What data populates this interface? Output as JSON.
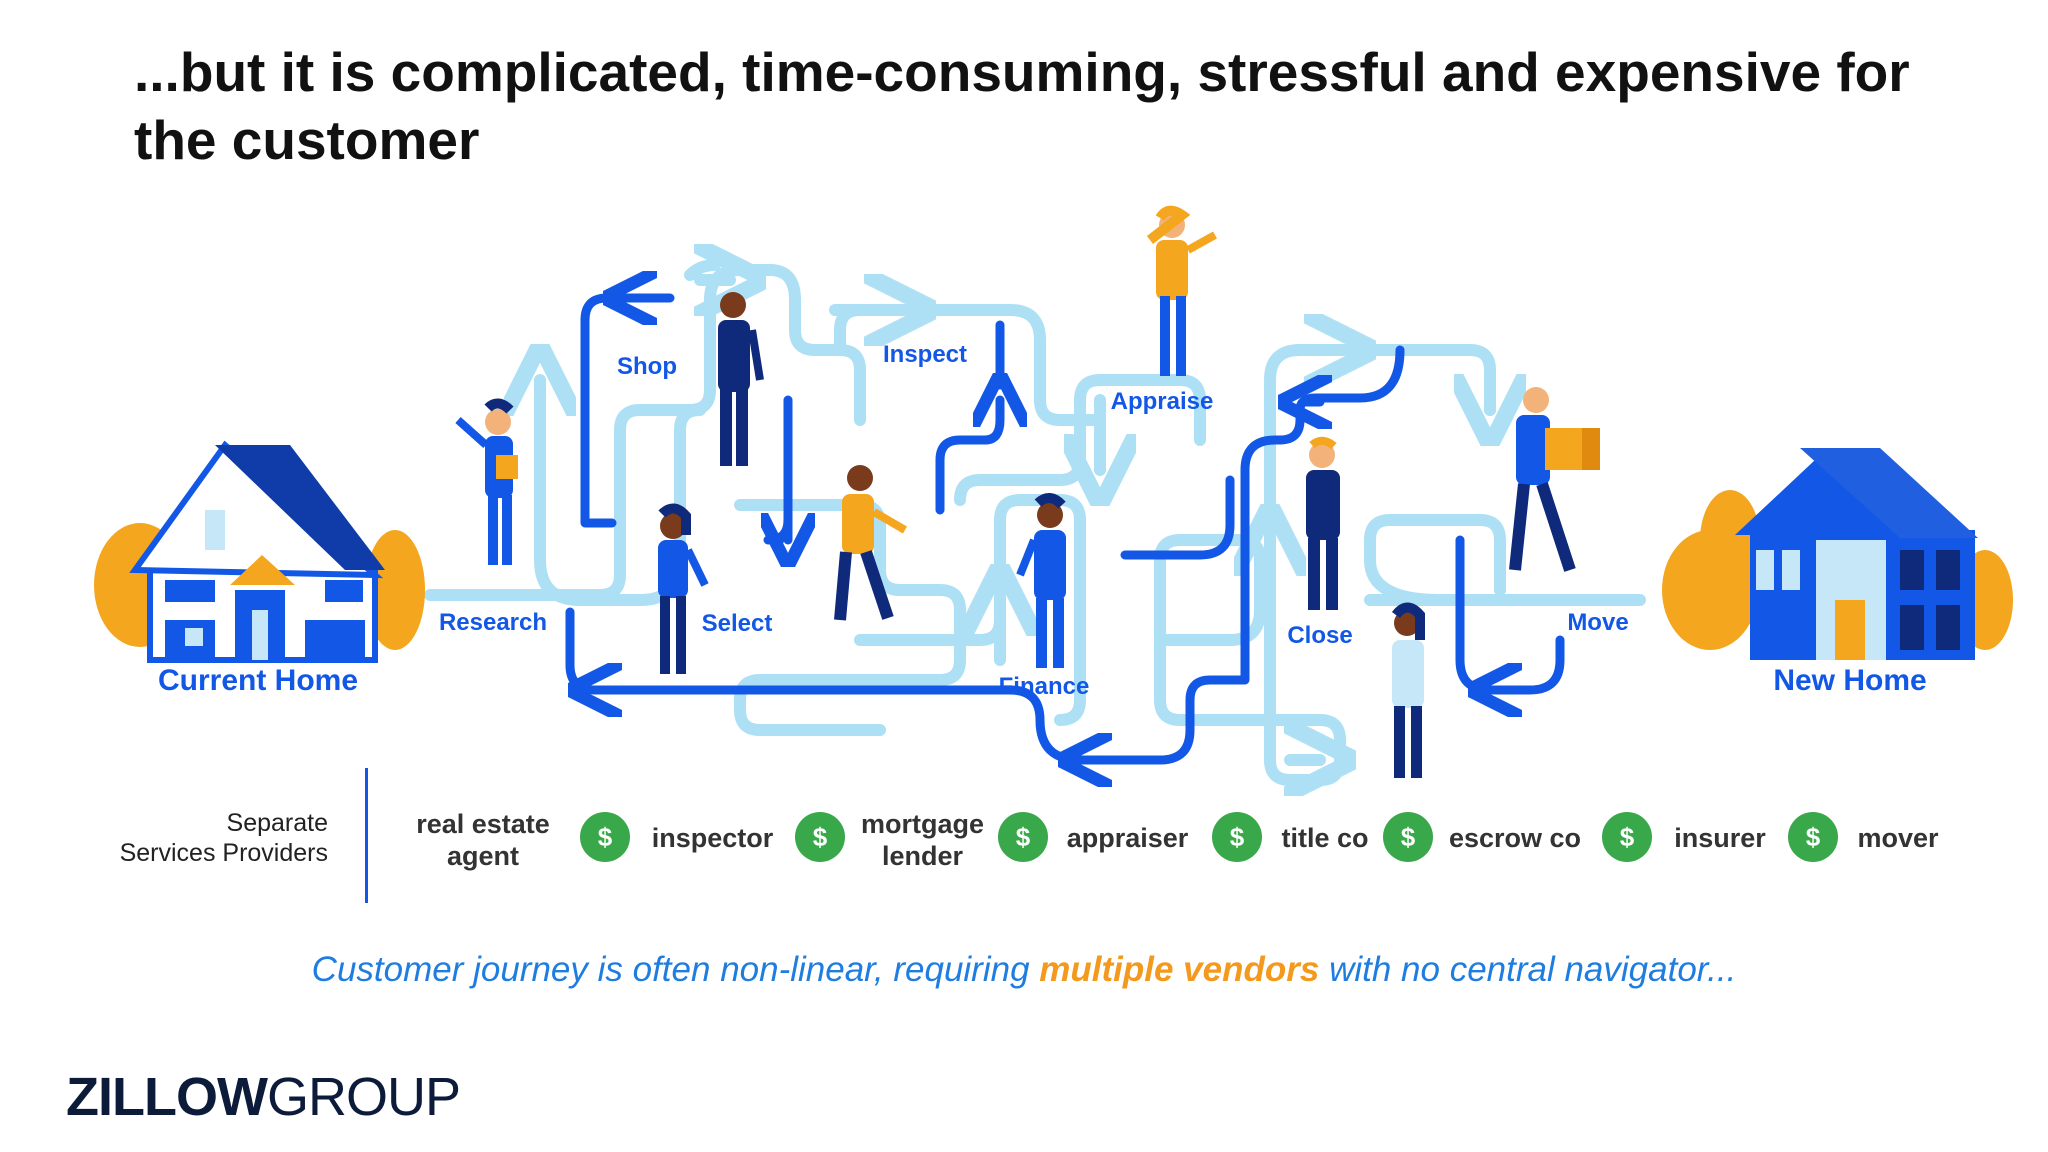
{
  "title": "...but it is complicated, time-consuming, stressful and expensive for the customer",
  "homes": {
    "current": "Current Home",
    "new": "New Home"
  },
  "steps": {
    "research": "Research",
    "shop": "Shop",
    "select": "Select",
    "inspect": "Inspect",
    "finance": "Finance",
    "appraise": "Appraise",
    "close": "Close",
    "move": "Move"
  },
  "providers": {
    "label_line1": "Separate",
    "label_line2": "Services Providers",
    "dollar_symbol": "$",
    "vendors": [
      {
        "line1": "real estate",
        "line2": "agent"
      },
      {
        "line1": "inspector",
        "line2": ""
      },
      {
        "line1": "mortgage",
        "line2": "lender"
      },
      {
        "line1": "appraiser",
        "line2": ""
      },
      {
        "line1": "title co",
        "line2": ""
      },
      {
        "line1": "escrow co",
        "line2": ""
      },
      {
        "line1": "insurer",
        "line2": ""
      },
      {
        "line1": "mover",
        "line2": ""
      }
    ]
  },
  "tagline": {
    "before": "Customer journey is often non-linear, requiring ",
    "highlight": "multiple vendors",
    "after": " with no central navigator..."
  },
  "logo": {
    "bold": "ZILLOW",
    "light": "GROUP"
  },
  "colors": {
    "dark_blue": "#1257e6",
    "light_blue": "#aee0f5",
    "navy": "#0f2a7a",
    "orange": "#f39a1e",
    "green": "#39a84a"
  }
}
